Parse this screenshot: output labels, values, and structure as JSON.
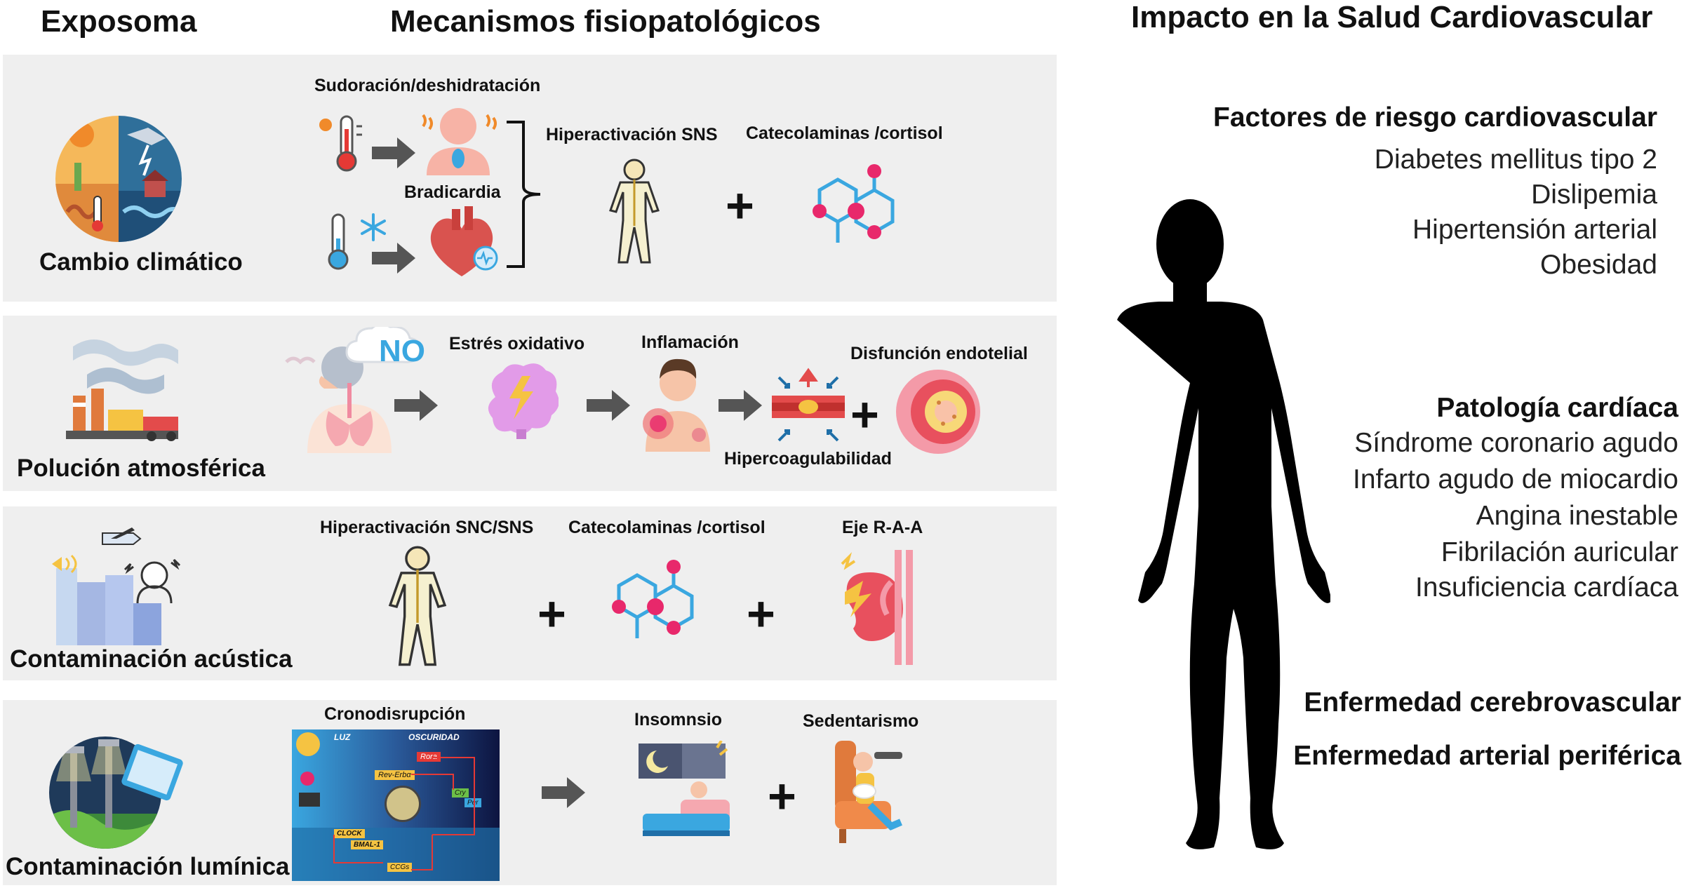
{
  "headers": {
    "exposoma": "Exposoma",
    "mecanismos": "Mecanismos fisiopatológicos",
    "impacto": "Impacto en la Salud Cardiovascular"
  },
  "rows": [
    {
      "exposure": "Cambio climático",
      "labels": {
        "sudoracion": "Sudoración/deshidratación",
        "bradicardia": "Bradicardia",
        "sns": "Hiperactivación SNS",
        "catecolaminas": "Catecolaminas /cortisol"
      }
    },
    {
      "exposure": "Polución atmosférica",
      "labels": {
        "no": "NO",
        "estres": "Estrés oxidativo",
        "inflamacion": "Inflamación",
        "disfuncion": "Disfunción endotelial",
        "hipercoag": "Hipercoagulabilidad"
      }
    },
    {
      "exposure": "Contaminación acústica",
      "labels": {
        "snc": "Hiperactivación SNC/SNS",
        "catecolaminas": "Catecolaminas /cortisol",
        "raa": "Eje R-A-A"
      }
    },
    {
      "exposure": "Contaminación lumínica",
      "labels": {
        "crono": "Cronodisrupción",
        "insomnio": "Insomnsio",
        "sedentarismo": "Sedentarismo",
        "luz": "LUZ",
        "oscuridad": "OSCURIDAD",
        "genes": [
          "Rora",
          "Rev-Erbα",
          "Cry",
          "Per",
          "CLOCK",
          "BMAL-1",
          "CCGs"
        ]
      }
    }
  ],
  "impact": {
    "riesgo_title": "Factores de riesgo cardiovascular",
    "riesgo_items": [
      "Diabetes mellitus tipo 2",
      "Dislipemia",
      "Hipertensión arterial",
      "Obesidad"
    ],
    "patologia_title": "Patología cardíaca",
    "patologia_items": [
      "Síndrome coronario agudo",
      "Infarto agudo de miocardio",
      "Angina inestable",
      "Fibrilación auricular",
      "Insuficiencia cardíaca"
    ],
    "cerebro": "Enfermedad cerebrovascular",
    "periferica": "Enfermedad arterial periférica"
  },
  "operators": {
    "plus": "+"
  },
  "colors": {
    "panel": "#efefef",
    "arrow": "#555555",
    "silhouette": "#000000",
    "pink": "#e8286b",
    "blue": "#3aa7e0",
    "skin": "#f6c4a8"
  }
}
